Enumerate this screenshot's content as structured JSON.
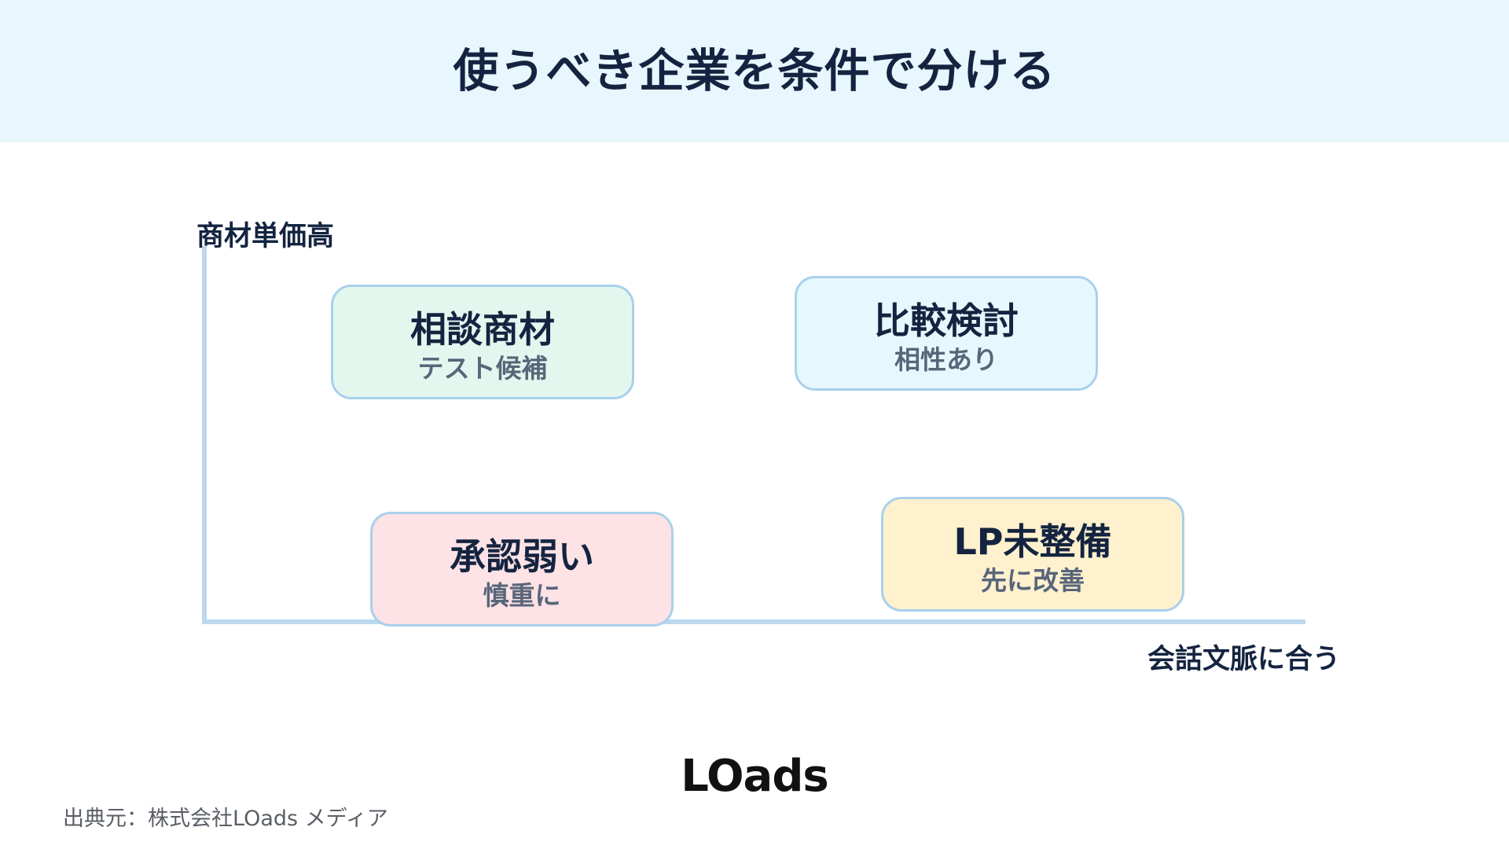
{
  "header": {
    "title": "使うべき企業を条件で分ける"
  },
  "axes": {
    "y_label": "商材単価高",
    "x_label": "会話文脈に合う"
  },
  "quadrants": {
    "top_left": {
      "title": "相談商材",
      "subtitle": "テスト候補",
      "color": "#e3f7ef"
    },
    "top_right": {
      "title": "比較検討",
      "subtitle": "相性あり",
      "color": "#e6f8fd"
    },
    "bottom_left": {
      "title": "承認弱い",
      "subtitle": "慎重に",
      "color": "#fde2e6"
    },
    "bottom_right": {
      "title": "LP未整備",
      "subtitle": "先に改善",
      "color": "#fff1ce"
    }
  },
  "logo": {
    "text": "LOads"
  },
  "footer": {
    "source": "出典元：株式会社LOads メディア"
  }
}
